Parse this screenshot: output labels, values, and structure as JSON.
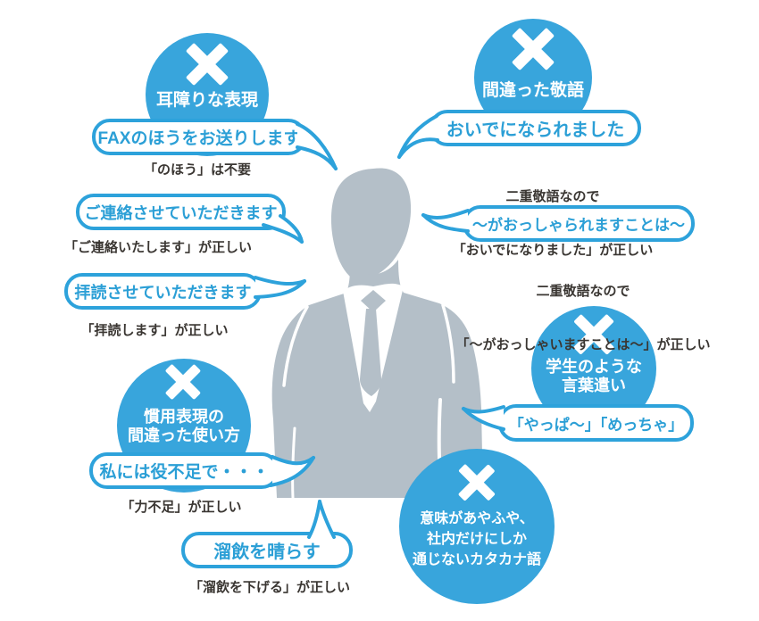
{
  "title": "business-speech-mistakes-infographic",
  "colors": {
    "accent_blue": "#38a5dc",
    "bubble_border": "#2da2db",
    "phrase_text": "#2b9fd6",
    "note_text": "#3a3632",
    "silhouette_gray": "#b4bfc8",
    "background": "#ffffff"
  },
  "icons": {
    "badge_icon": "x-mark-icon",
    "figure": "businessman-silhouette"
  },
  "categories": [
    {
      "id": "jarring-expressions",
      "badge_label": "耳障りな表現",
      "items": [
        {
          "phrase": "FAXのほうをお送りします",
          "note_lines": [
            "「のほう」は不要"
          ]
        },
        {
          "phrase": "ご連絡させていただきます",
          "note_lines": [
            "「ご連絡いたします」が正しい"
          ]
        },
        {
          "phrase": "拝読させていただきます",
          "note_lines": [
            "「拝読します」が正しい"
          ]
        }
      ]
    },
    {
      "id": "wrong-keigo",
      "badge_label": "間違った敬語",
      "items": [
        {
          "phrase": "おいでになられました",
          "note_lines": [
            "二重敬語なので",
            "「おいでになりました」が正しい"
          ]
        },
        {
          "phrase": "～がおっしゃられますことは～",
          "note_lines": [
            "二重敬語なので",
            "「～がおっしゃいますことは～」が正しい"
          ]
        }
      ]
    },
    {
      "id": "misused-idioms",
      "badge_lines": [
        "慣用表現の",
        "間違った使い方"
      ],
      "items": [
        {
          "phrase": "私には役不足で・・・",
          "note_lines": [
            "「力不足」が正しい"
          ]
        },
        {
          "phrase": "溜飲を晴らす",
          "note_lines": [
            "「溜飲を下げる」が正しい"
          ]
        }
      ]
    },
    {
      "id": "student-slang",
      "badge_lines": [
        "学生のような",
        "言葉遣い"
      ],
      "items": [
        {
          "phrase": "「やっぱ～」「めっちゃ」",
          "note_lines": []
        }
      ]
    },
    {
      "id": "vague-katakana",
      "badge_lines": [
        "意味があやふや、",
        "社内だけにしか",
        "通じないカタカナ語"
      ],
      "items": []
    }
  ]
}
